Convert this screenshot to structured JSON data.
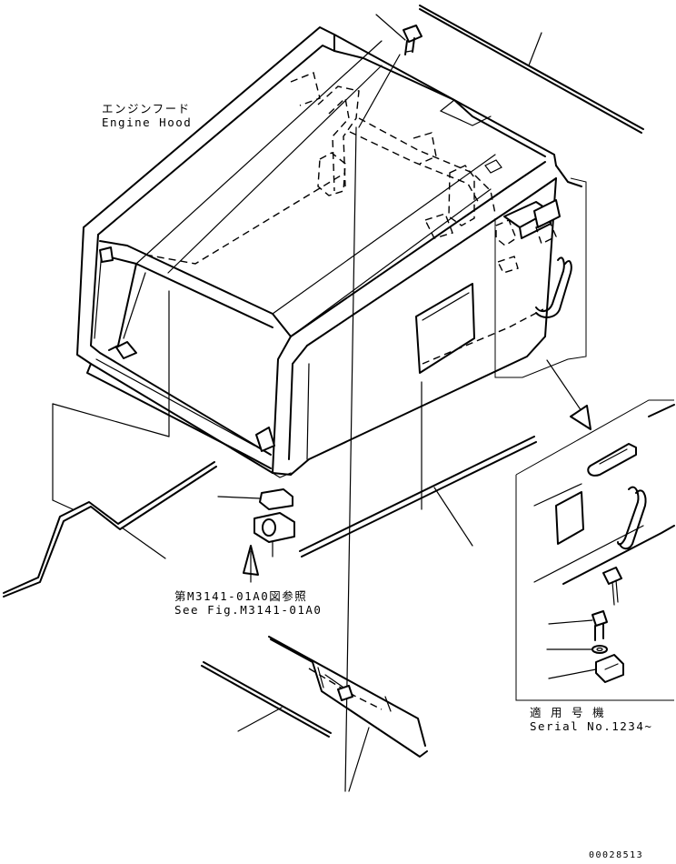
{
  "labels": {
    "engine_hood_jp": "エンジンフード",
    "engine_hood_en": "Engine Hood",
    "reference_jp": "第M3141-01A0図参照",
    "reference_en": "See Fig.M3141-01A0",
    "serial_jp": "適 用 号 機",
    "serial_en": "Serial No.1234~"
  },
  "drawing_number": "00028513"
}
